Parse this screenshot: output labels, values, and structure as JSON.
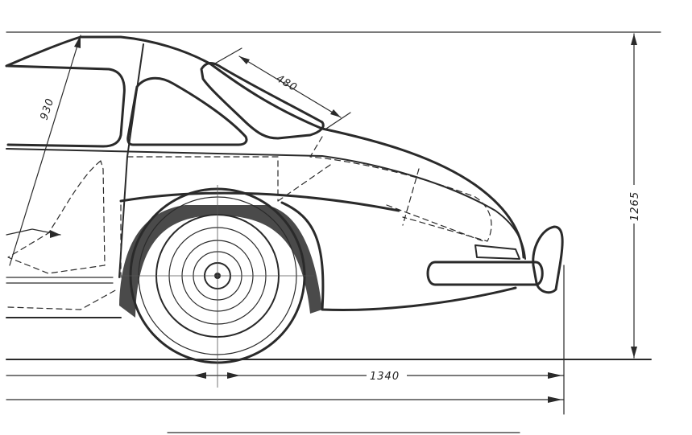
{
  "dimensions": {
    "glass_length": "480",
    "door_diagonal": "930",
    "overall_height": "1265",
    "rear_overhang": "1340"
  },
  "colors": {
    "ink": "#2a2a2a",
    "paper": "#ffffff"
  }
}
